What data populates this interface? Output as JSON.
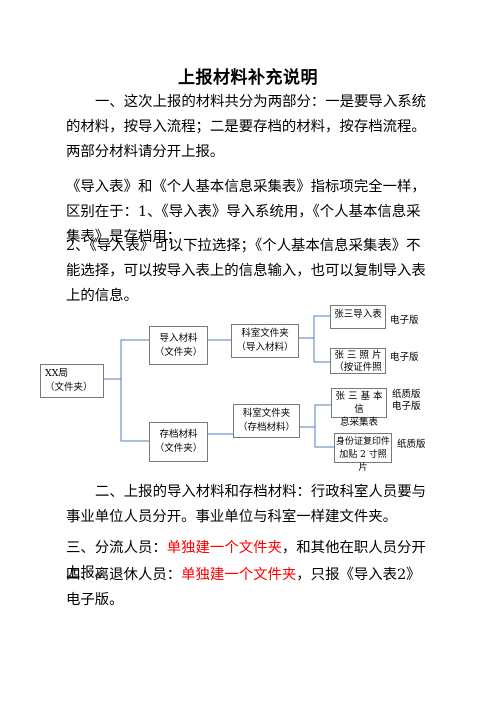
{
  "title": "上报材料补充说明",
  "paragraphs": {
    "p1": "一、这次上报的材料共分为两部分：一是要导入系统的材料，按导入流程；二是要存档的材料，按存档流程。两部分材料请分开上报。",
    "p2": "《导入表》和《个人基本信息采集表》指标项完全一样，区别在于：1、《导入表》导入系统用，《个人基本信息采集表》是存档用；",
    "p3": "2、《导入表》可以下拉选择；《个人基本信息采集表》不能选择，可以按导入表上的信息输入，也可以复制导入表上的信息。",
    "p4": "二、上报的导入材料和存档材料：行政科室人员要与事业单位人员分开。事业单位与科室一样建文件夹。",
    "p5_a": "三、分流人员：",
    "p5_red": "单独建一个文件夹",
    "p5_b": "，和其他在职人员分开上报。",
    "p6_a": "四、离退休人员：",
    "p6_red": "单独建一个文件夹",
    "p6_b": "，只报《导入表2》电子版。"
  },
  "diagram": {
    "root": [
      "XX局",
      "（文件夹）"
    ],
    "import_materials": [
      "导入材料",
      "（文件夹）"
    ],
    "archive_materials": [
      "存档材料",
      "（文件夹）"
    ],
    "dept_import": [
      "科室文件夹",
      "（导入材料）"
    ],
    "dept_archive": [
      "科室文件夹",
      "（存档材料）"
    ],
    "leaf1": "张三导入表",
    "leaf2": [
      "张 三 照 片",
      "（按证件照"
    ],
    "leaf3": [
      "张 三 基 本 信",
      "息采集表"
    ],
    "leaf4": [
      "身份证复印件",
      "加贴 2 寸照片"
    ],
    "note1": "电子版",
    "note2": "电子版",
    "note3": [
      "纸质版",
      "电子版"
    ],
    "note4": "纸质版"
  }
}
